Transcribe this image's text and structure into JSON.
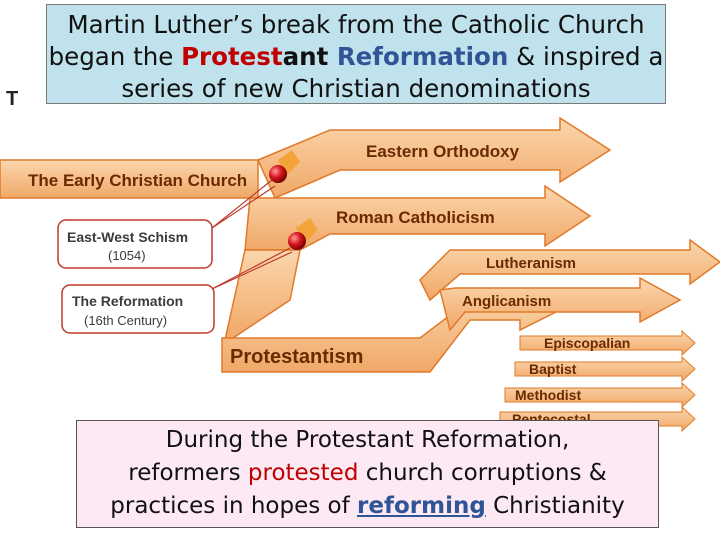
{
  "title": {
    "line1": "Martin Luther’s break from the Catholic Church",
    "line2_pre": "began the ",
    "hl_protest": "Protest",
    "hl_ant": "ant ",
    "hl_reform": "Reformation",
    "line2_post": " & inspired a",
    "line3": "series of new Christian denominations"
  },
  "partial_heading": "T",
  "diagram": {
    "trunk": "The Early Christian Church",
    "branches": [
      "Eastern Orthodoxy",
      "Roman Catholicism",
      "Protestantism"
    ],
    "protestant_branches": [
      "Lutheranism",
      "Anglicanism"
    ],
    "anglican_branches": [
      "Episcopalian",
      "Baptist",
      "Methodist",
      "Pentecostal"
    ],
    "callouts": [
      {
        "label": "East-West Schism",
        "sub": "(1054)"
      },
      {
        "label": "The Reformation",
        "sub": "(16th Century)"
      }
    ]
  },
  "bottom": {
    "line1": "During the Protestant Reformation,",
    "line2_pre": "reformers ",
    "hl_protested": "protested",
    "line2_post": " church corruptions &",
    "line3_pre": "practices in hopes of ",
    "hl_reforming": "reforming",
    "line3_post": " Christianity"
  },
  "colors": {
    "arrow_fill": "#f6c48e",
    "arrow_stroke": "#e07a2a",
    "label_text": "#6b2a00",
    "title_bg": "#bfe2ec",
    "bottom_bg": "#fde9f3",
    "highlight_red": "#c00000",
    "highlight_blue": "#2f5597"
  }
}
